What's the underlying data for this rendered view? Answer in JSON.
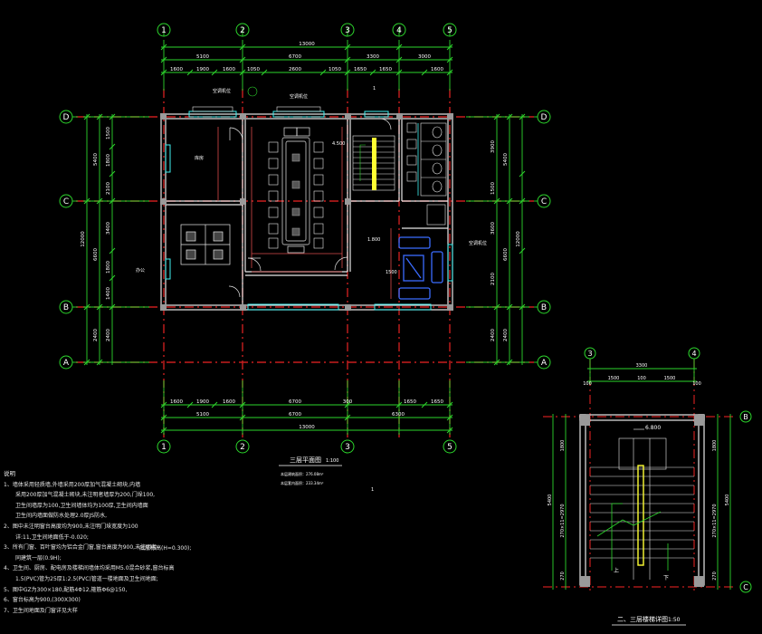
{
  "axes_h": [
    "1",
    "2",
    "3",
    "4",
    "5"
  ],
  "axes_v": [
    "D",
    "C",
    "B",
    "A"
  ],
  "dims_top": {
    "total": "13000",
    "row1": [
      "5100",
      "6700",
      "3300",
      "3000"
    ],
    "row2": [
      "1600",
      "1900",
      "1600",
      "1050",
      "2600",
      "1050",
      "1650",
      "1650",
      "1600"
    ]
  },
  "dims_bottom": {
    "row1": [
      "1600",
      "1900",
      "1600",
      "6700",
      "300",
      "1650",
      "1650"
    ],
    "row2": [
      "5100",
      "6700",
      "6300"
    ],
    "total": "13000"
  },
  "dims_left": {
    "total": "12000",
    "row1": [
      "5400",
      "6600"
    ],
    "row2": [
      "1500",
      "1800",
      "2100",
      "3400",
      "1800",
      "1400"
    ],
    "bottom": "2400"
  },
  "dims_right": {
    "total": "12000",
    "row1": [
      "5400",
      "6600"
    ],
    "row2": [
      "3900",
      "1500",
      "3600",
      "2100",
      "2400"
    ],
    "bottom": "2400"
  },
  "labels": {
    "top_mark": "1",
    "bottom_mark": "1",
    "window_tag_1": "空调机位",
    "window_tag_2": "空调机位",
    "room_1": "库房",
    "room_2": "办公",
    "elev_1": "1.800",
    "elev_2": "4.500",
    "door_tag": "空调机位",
    "cell_lbl": "1500"
  },
  "plan_title": "三层平面图",
  "plan_scale": "1:100",
  "plan_sub1": "本层建筑面积：276.08m²",
  "plan_sub2": "本层套内面积：233.34m²",
  "stair": {
    "axes_top": [
      "3",
      "4"
    ],
    "axes_side": [
      "B",
      "C"
    ],
    "dim_total": "3300",
    "dims": [
      "100",
      "1500",
      "100",
      "1500",
      "100"
    ],
    "elevation": "6.800",
    "left_dims": [
      "1800",
      "270×11=2970",
      "270"
    ],
    "left_total": "5400",
    "right_dims": [
      "1800",
      "270×11=2970",
      "270"
    ],
    "right_total": "5400",
    "title": "二、三层楼梯详图",
    "scale": "1:50",
    "up_l": "上",
    "up_r": "下"
  },
  "notes": {
    "heading": "说明",
    "items": [
      "1、墙体采用轻质墙,外墙采用200厚加气混凝土砌块,内墙",
      "采用200厚加气混凝土砌块,未注明者墙厚为200,门垛100,",
      "卫生间墙厚为100,卫生间墙体均为100厚,卫生间内墙面",
      "卫生间内墙面做防水处理2.0厚JS防水,",
      "2、图中未注明窗台高度均为900,未注明门垛宽度为100",
      "详:11,卫生间地面低于-0.020;",
      "3、所有门窗、百叶窗均为铝合金门窗,窗台高度为900,未注明者",
      "同建筑一层(0.9H);",
      "4、卫生间、厨房、配电房及楼梯间墙体均采用M5.0混合砂浆,窗台标高",
      "1.5(PVC)管为25厚1:2.5(PVC)管道一楼地面及卫生间地面;",
      "5、图中GZ为300×180,配筋4Φ12,箍筋Φ6@150,",
      "6、窗台标高为900,(300X300)",
      "7、卫生间地面及门窗详见大样"
    ],
    "side_a": "底层标高(H=0.300);"
  }
}
